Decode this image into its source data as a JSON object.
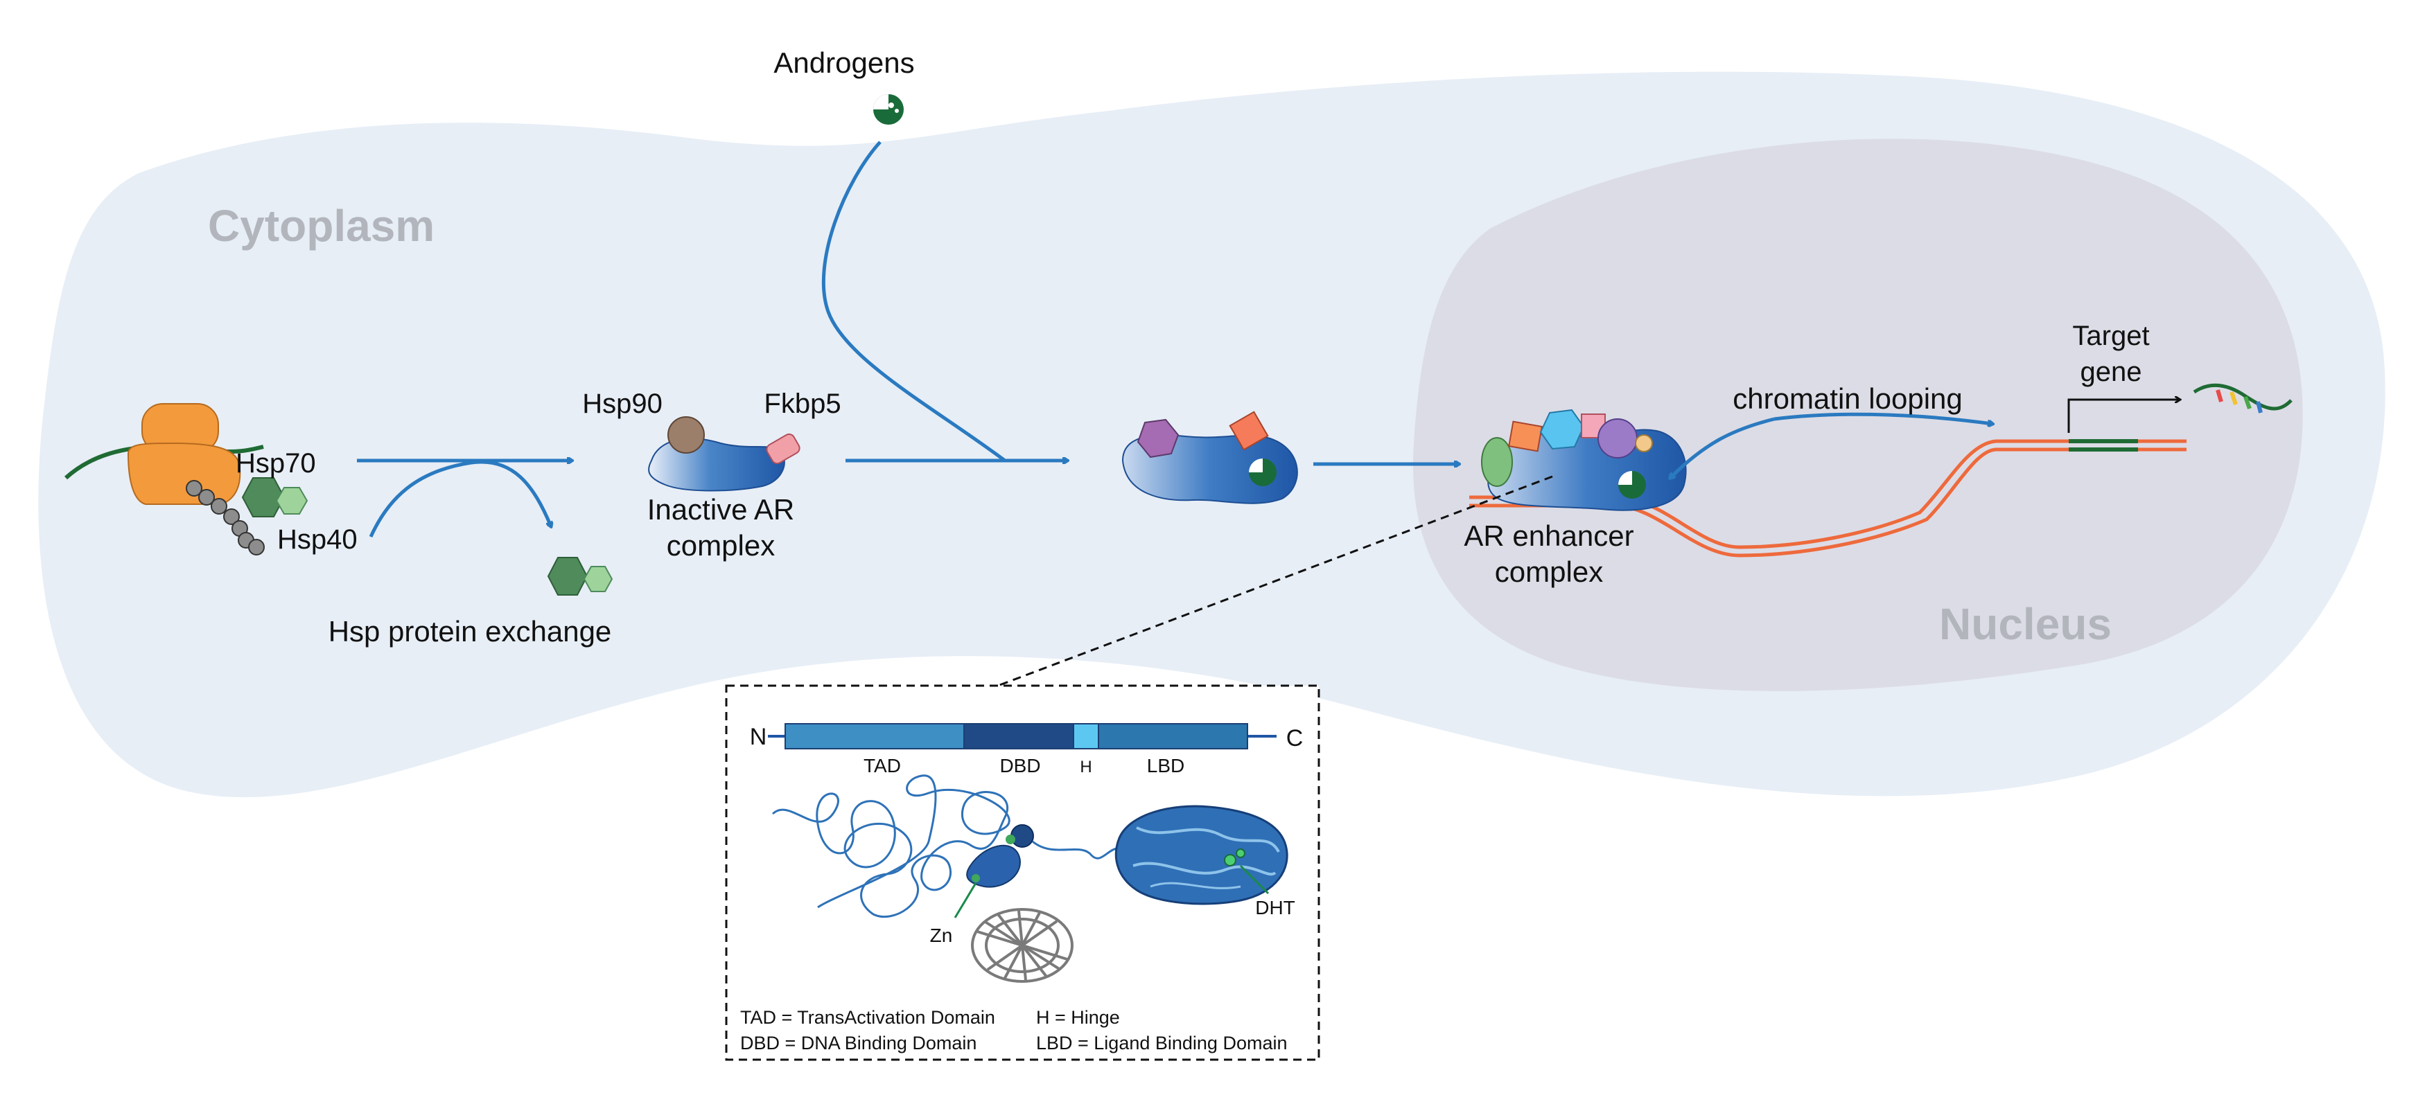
{
  "regions": {
    "cytoplasm": "Cytoplasm",
    "nucleus": "Nucleus"
  },
  "labels": {
    "androgens": "Androgens",
    "hsp70": "Hsp70",
    "hsp40": "Hsp40",
    "hsp90": "Hsp90",
    "fkbp5": "Fkbp5",
    "inactive_ar_1": "Inactive AR",
    "inactive_ar_2": "complex",
    "hsp_exchange": "Hsp protein exchange",
    "enhancer_1": "AR enhancer",
    "enhancer_2": "complex",
    "chromatin_looping": "chromatin looping",
    "target_1": "Target",
    "target_2": "gene"
  },
  "inset": {
    "n_term": "N",
    "c_term": "C",
    "domains": {
      "tad": "TAD",
      "dbd": "DBD",
      "h": "H",
      "lbd": "LBD"
    },
    "zn": "Zn",
    "dht": "DHT",
    "legend": {
      "tad": "TAD = TransActivation Domain",
      "dbd": "DBD = DNA Binding Domain",
      "h": "H = Hinge",
      "lbd": "LBD = Ligand Binding Domain"
    }
  },
  "colors": {
    "cell": "#e7eef6",
    "nucleus": "#dcdce6",
    "arrow": "#2a7ac0",
    "dna": "#ee6a3c",
    "ar_body": "#2a62ad",
    "androgen": "#1a6b3a"
  }
}
